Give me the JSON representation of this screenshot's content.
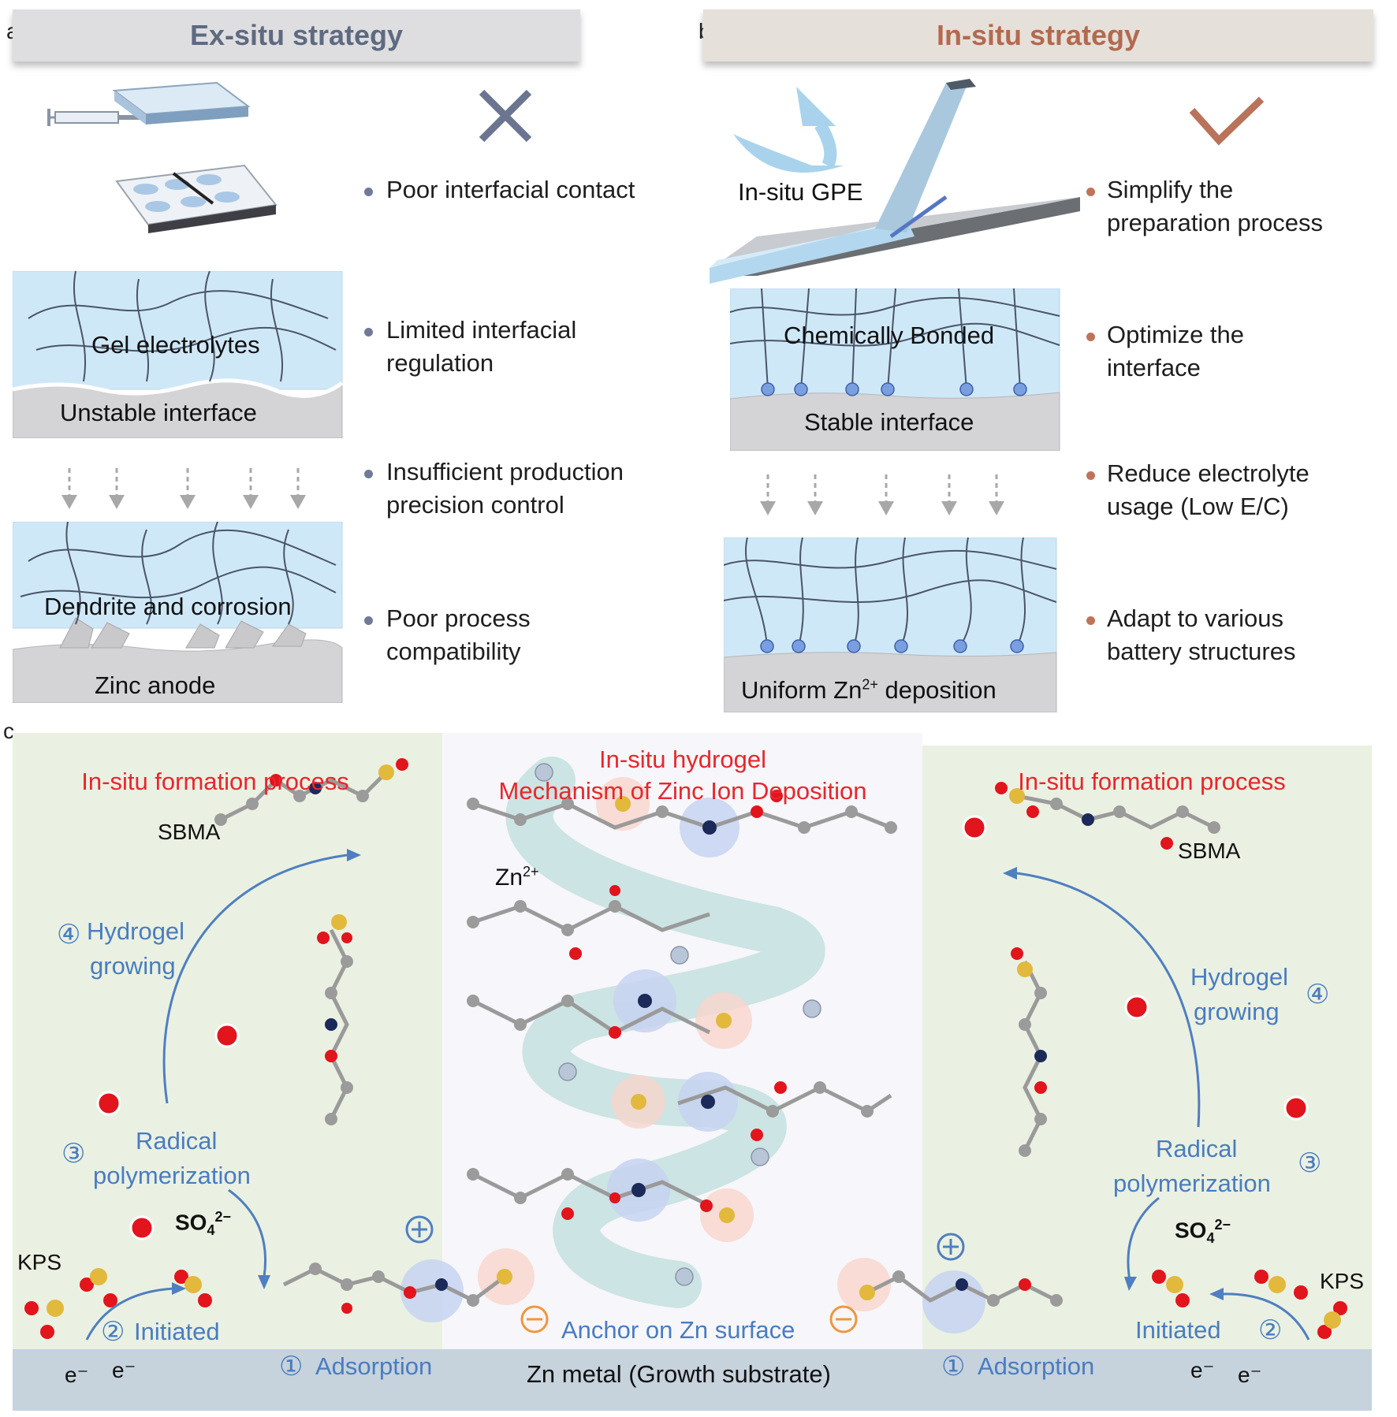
{
  "colors": {
    "ex_banner_bg": "#dedee0",
    "ex_banner_text": "#5e6a80",
    "in_banner_bg": "#e6e0da",
    "in_banner_text": "#b26a4f",
    "ex_bullet": "#707a98",
    "in_bullet": "#c0735a",
    "gel_blue": "#cfe8f8",
    "zinc_gray": "#d4d4d6",
    "red_title": "#e8262c",
    "step_blue": "#4a7cc0",
    "bg_green": "#eaf1e2",
    "substrate": "#c6d2dc"
  },
  "panel_a": {
    "label": "a",
    "banner": "Ex-situ strategy",
    "mark_icon": "cross-icon",
    "box1_gel": "Gel electrolytes",
    "box1_interface": "Unstable interface",
    "box2_gel": "Dendrite and corrosion",
    "box2_base": "Zinc anode",
    "bullets": [
      "Poor interfacial contact",
      "Limited interfacial\nregulation",
      "Insufficient production\nprecision control",
      "Poor process\ncompatibility"
    ]
  },
  "panel_b": {
    "label": "b",
    "banner": "In-situ strategy",
    "mark_icon": "check-icon",
    "gpe_label": "In-situ GPE",
    "box1_gel": "Chemically Bonded",
    "box1_interface": "Stable interface",
    "box2_base_pre": "Uniform Zn",
    "box2_base_sup": "2+",
    "box2_base_post": " deposition",
    "bullets": [
      "Simplify the\npreparation process",
      "Optimize the\n interface",
      "Reduce electrolyte\nusage (Low E/C)",
      "Adapt to various\nbattery structures"
    ]
  },
  "panel_c": {
    "label": "c",
    "center_title_1": "In-situ hydrogel",
    "center_title_2": "Mechanism of Zinc Ion Deposition",
    "left_title": "In-situ formation process",
    "right_title": "In-situ formation process",
    "sbma": "SBMA",
    "kps": "KPS",
    "so4": "SO",
    "so4_sub": "4",
    "so4_sup": "2−",
    "zn_pre": "Zn",
    "zn_sup": "2+",
    "step1": "Adsorption",
    "step2": "Initiated",
    "step3_1": "Radical",
    "step3_2": "polymerization",
    "step4_1": "Hydrogel",
    "step4_2": "growing",
    "n1": "①",
    "n2": "②",
    "n3": "③",
    "n4": "④",
    "anchor": "Anchor on Zn surface",
    "substrate": "Zn metal (Growth substrate)",
    "electron": "e⁻"
  }
}
